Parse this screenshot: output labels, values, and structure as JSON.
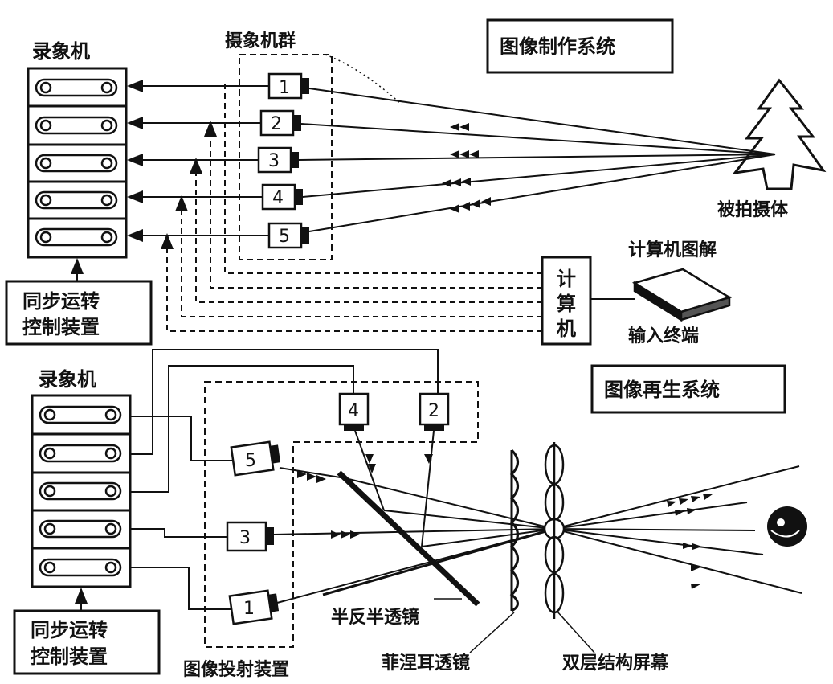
{
  "production": {
    "recorder_label": "录象机",
    "camera_group_label": "摄象机群",
    "system_title": "图像制作系统",
    "subject_label": "被拍摄体",
    "sync_label_1": "同步运转",
    "sync_label_2": "控制装置",
    "computer_chars": [
      "计",
      "算",
      "机"
    ],
    "computer_graphics_label": "计算机图解",
    "input_terminal_label": "输入终端",
    "cameras": [
      "1",
      "2",
      "3",
      "4",
      "5"
    ]
  },
  "reproduction": {
    "recorder_label": "录象机",
    "system_title": "图像再生系统",
    "sync_label_1": "同步运转",
    "sync_label_2": "控制装置",
    "projector_label": "图像投射装置",
    "half_mirror_label": "半反半透镜",
    "fresnel_label": "菲涅耳透镜",
    "screen_label": "双层结构屏幕",
    "projectors": [
      "5",
      "3",
      "1",
      "4",
      "2"
    ]
  }
}
